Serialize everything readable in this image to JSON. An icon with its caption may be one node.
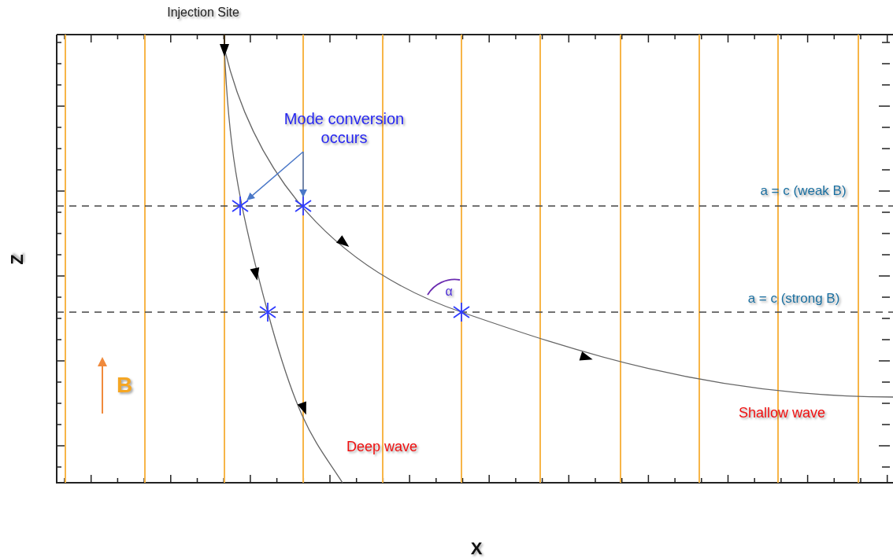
{
  "diagram": {
    "nodes": [
      {
        "text": [
          "Mode conversion occurs"
        ]
      },
      {
        "text": [],
        "shape": "cross"
      },
      {
        "text": [],
        "shape": "cross"
      },
      {
        "text": [],
        "shape": "cross"
      },
      {
        "text": [],
        "shape": "cross"
      }
    ],
    "edges": [
      {
        "from": 0,
        "to": 1,
        "arrow": "to"
      },
      {
        "from": 0,
        "to": 2,
        "arrow": "to"
      }
    ],
    "labels": [
      "Injection Site",
      "a = c (weak B)",
      "a = c (strong B)",
      "α",
      "B",
      "Deep wave",
      "Shallow wave",
      "Z",
      "X"
    ]
  }
}
